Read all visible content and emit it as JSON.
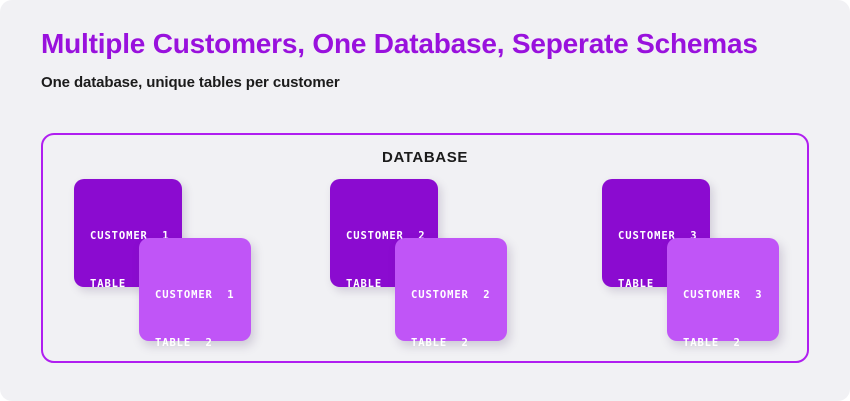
{
  "page": {
    "background_color": "#f1f1f4",
    "title": "Multiple Customers, One Database, Seperate Schemas",
    "title_color": "#9911dd",
    "subtitle": "One database, unique tables per customer",
    "subtitle_color": "#1b1b1b"
  },
  "database": {
    "label": "DATABASE",
    "border_color": "#b01ef0",
    "groups": [
      {
        "name": "customer-1",
        "primary": {
          "line1": "CUSTOMER  1",
          "line2": "TABLE  1",
          "color": "#8b0bd0"
        },
        "secondary": {
          "line1": "CUSTOMER  1",
          "line2": "TABLE  2",
          "color": "#c055f7"
        }
      },
      {
        "name": "customer-2",
        "primary": {
          "line1": "CUSTOMER  2",
          "line2": "TABLE  1",
          "color": "#8b0bd0"
        },
        "secondary": {
          "line1": "CUSTOMER  2",
          "line2": "TABLE  2",
          "color": "#c055f7"
        }
      },
      {
        "name": "customer-3",
        "primary": {
          "line1": "CUSTOMER  3",
          "line2": "TABLE  1",
          "color": "#8b0bd0"
        },
        "secondary": {
          "line1": "CUSTOMER  3",
          "line2": "TABLE  2",
          "color": "#c055f7"
        }
      }
    ]
  }
}
